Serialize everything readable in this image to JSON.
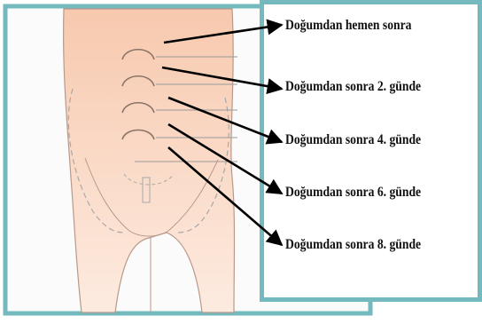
{
  "labels": [
    "Doğumdan hemen sonra",
    "Doğumdan sonra 2. günde",
    "Doğumdan sonra 4. günde",
    "Doğumdan sonra 6. günde",
    "Doğumdan sonra 8. günde"
  ],
  "colors": {
    "frame": "#74b9bd",
    "skin_light": "#fdebe0",
    "skin_dark": "#f7c9ae",
    "outline": "#b8998a",
    "arrow": "#000000"
  }
}
